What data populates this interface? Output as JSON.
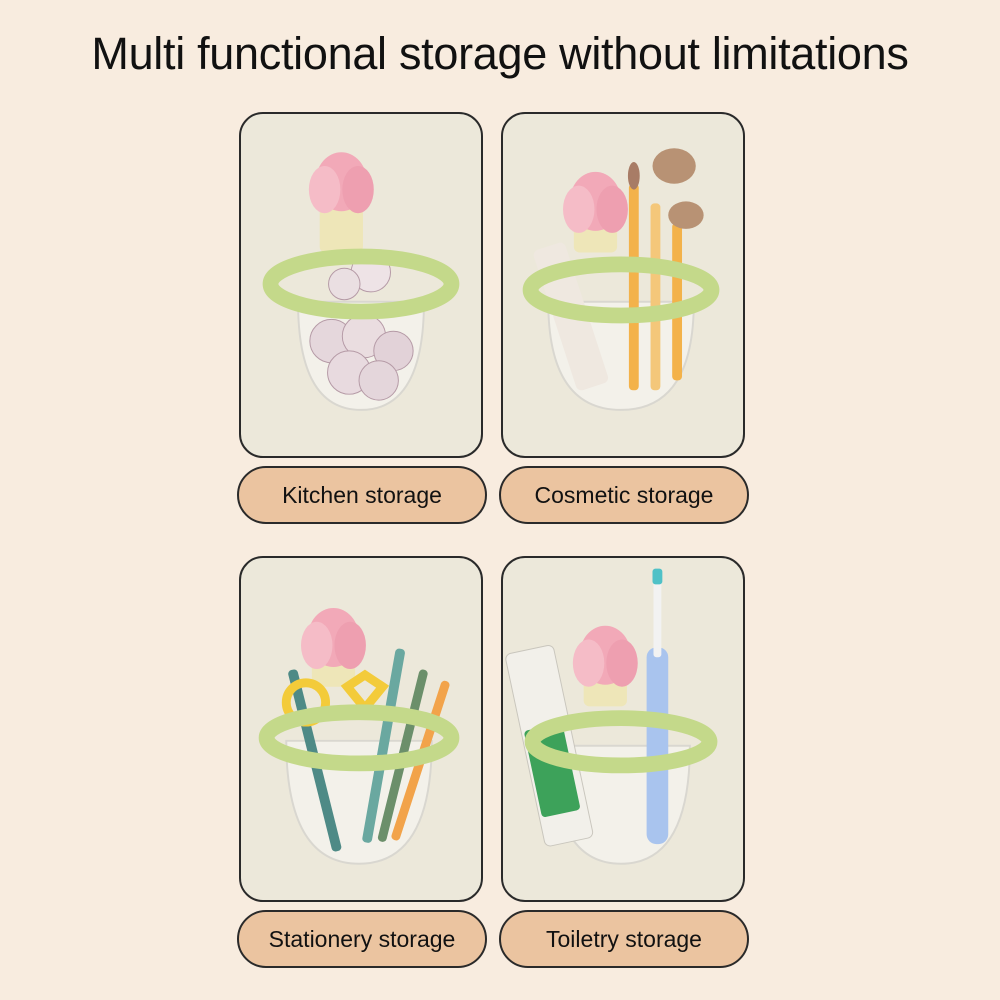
{
  "headline": "Multi functional storage without limitations",
  "panels": [
    {
      "label": "Kitchen storage"
    },
    {
      "label": "Cosmetic storage"
    },
    {
      "label": "Stationery storage"
    },
    {
      "label": "Toiletry storage"
    }
  ],
  "colors": {
    "background": "#f8ecdf",
    "panel": "#ece8da",
    "label_pill": "#ebc4a0",
    "ring": "#c4d98a",
    "tulip": "#f2b1bd"
  }
}
